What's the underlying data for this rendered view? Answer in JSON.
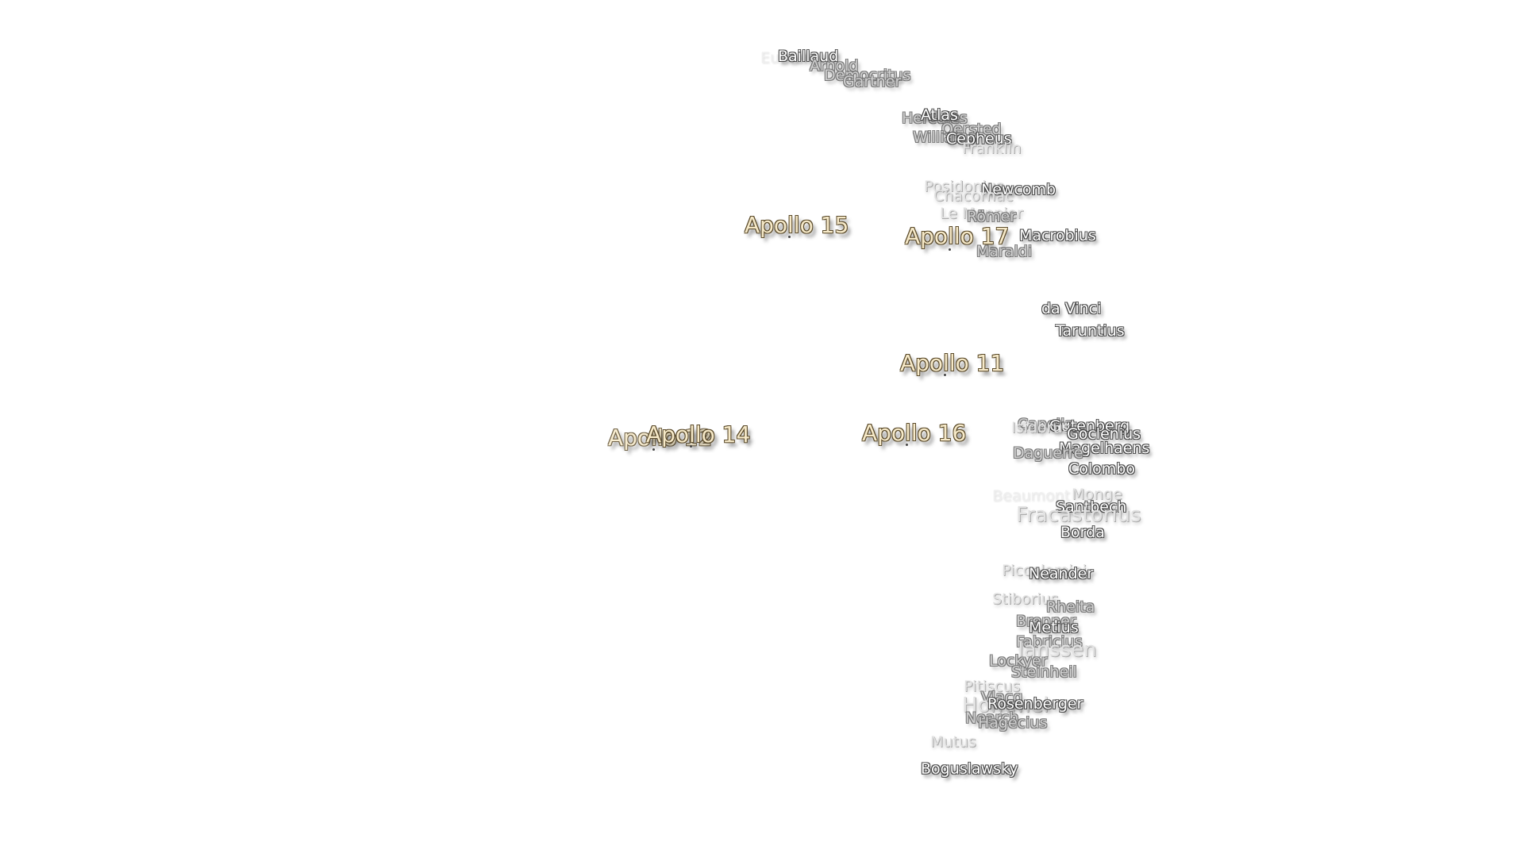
{
  "map": {
    "apollo_sites": [
      {
        "name": "Apollo 15"
      },
      {
        "name": "Apollo 17"
      },
      {
        "name": "Apollo 11"
      },
      {
        "name": "Apollo 16"
      },
      {
        "name": "Apollo 14"
      },
      {
        "name": "Apollo 12"
      }
    ],
    "craters": [
      "Baillaud",
      "Arnold",
      "Democritus",
      "Gartner",
      "Euctemon",
      "Atlas",
      "Hercules",
      "Oersted",
      "Williams",
      "Cepheus",
      "Franklin",
      "Posidonius",
      "Newcomb",
      "Chacornac",
      "Le Monnier",
      "Römer",
      "Macrobius",
      "Maraldi",
      "da Vinci",
      "Taruntius",
      "Capella",
      "Gutenberg",
      "Isidorus",
      "Goclenius",
      "Magelhaens",
      "Daguerre",
      "Colombo",
      "Beaumont",
      "Monge",
      "Santbech",
      "Fracastorius",
      "Borda",
      "Piccolomini",
      "Neander",
      "Stiborius",
      "Rheita",
      "Brenner",
      "Metius",
      "Fabricius",
      "Janssen",
      "Lockyer",
      "Steinheil",
      "Pitiscus",
      "Vlacq",
      "Hommel",
      "Rosenberger",
      "Nearch",
      "Hagecius",
      "Mutus",
      "Boguslawsky"
    ]
  }
}
